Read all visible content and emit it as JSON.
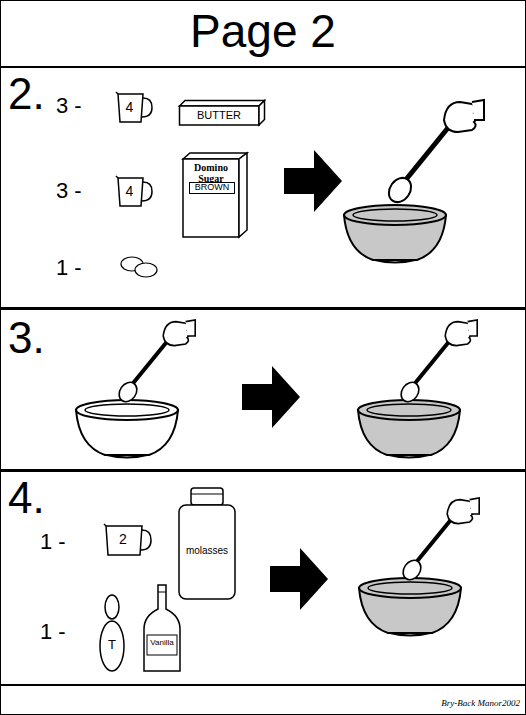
{
  "diagram": {
    "title": "Page 2",
    "nodes": [
      {
        "text": [
          "2."
        ]
      },
      {
        "text": [
          "4"
        ],
        "in": 0
      },
      {
        "text": [
          "BUTTER"
        ],
        "in": 0
      },
      {
        "text": [
          "4"
        ],
        "in": 0
      },
      {
        "text": [
          "Domino Sugar"
        ],
        "in": 0
      },
      {
        "text": [
          "BROWN"
        ],
        "in": 4
      },
      {
        "text": [
          "3."
        ]
      },
      {
        "text": [
          "4."
        ]
      },
      {
        "text": [
          "2"
        ],
        "in": 7
      },
      {
        "text": [
          "molasses"
        ],
        "in": 7
      },
      {
        "text": [
          "T"
        ],
        "in": 7
      },
      {
        "text": [
          "Vanilla"
        ],
        "in": 7
      }
    ],
    "labels": [
      "3 -",
      "3 -",
      "1 -",
      "1 -",
      "1 -",
      "Bry-Back Manor2002"
    ]
  }
}
